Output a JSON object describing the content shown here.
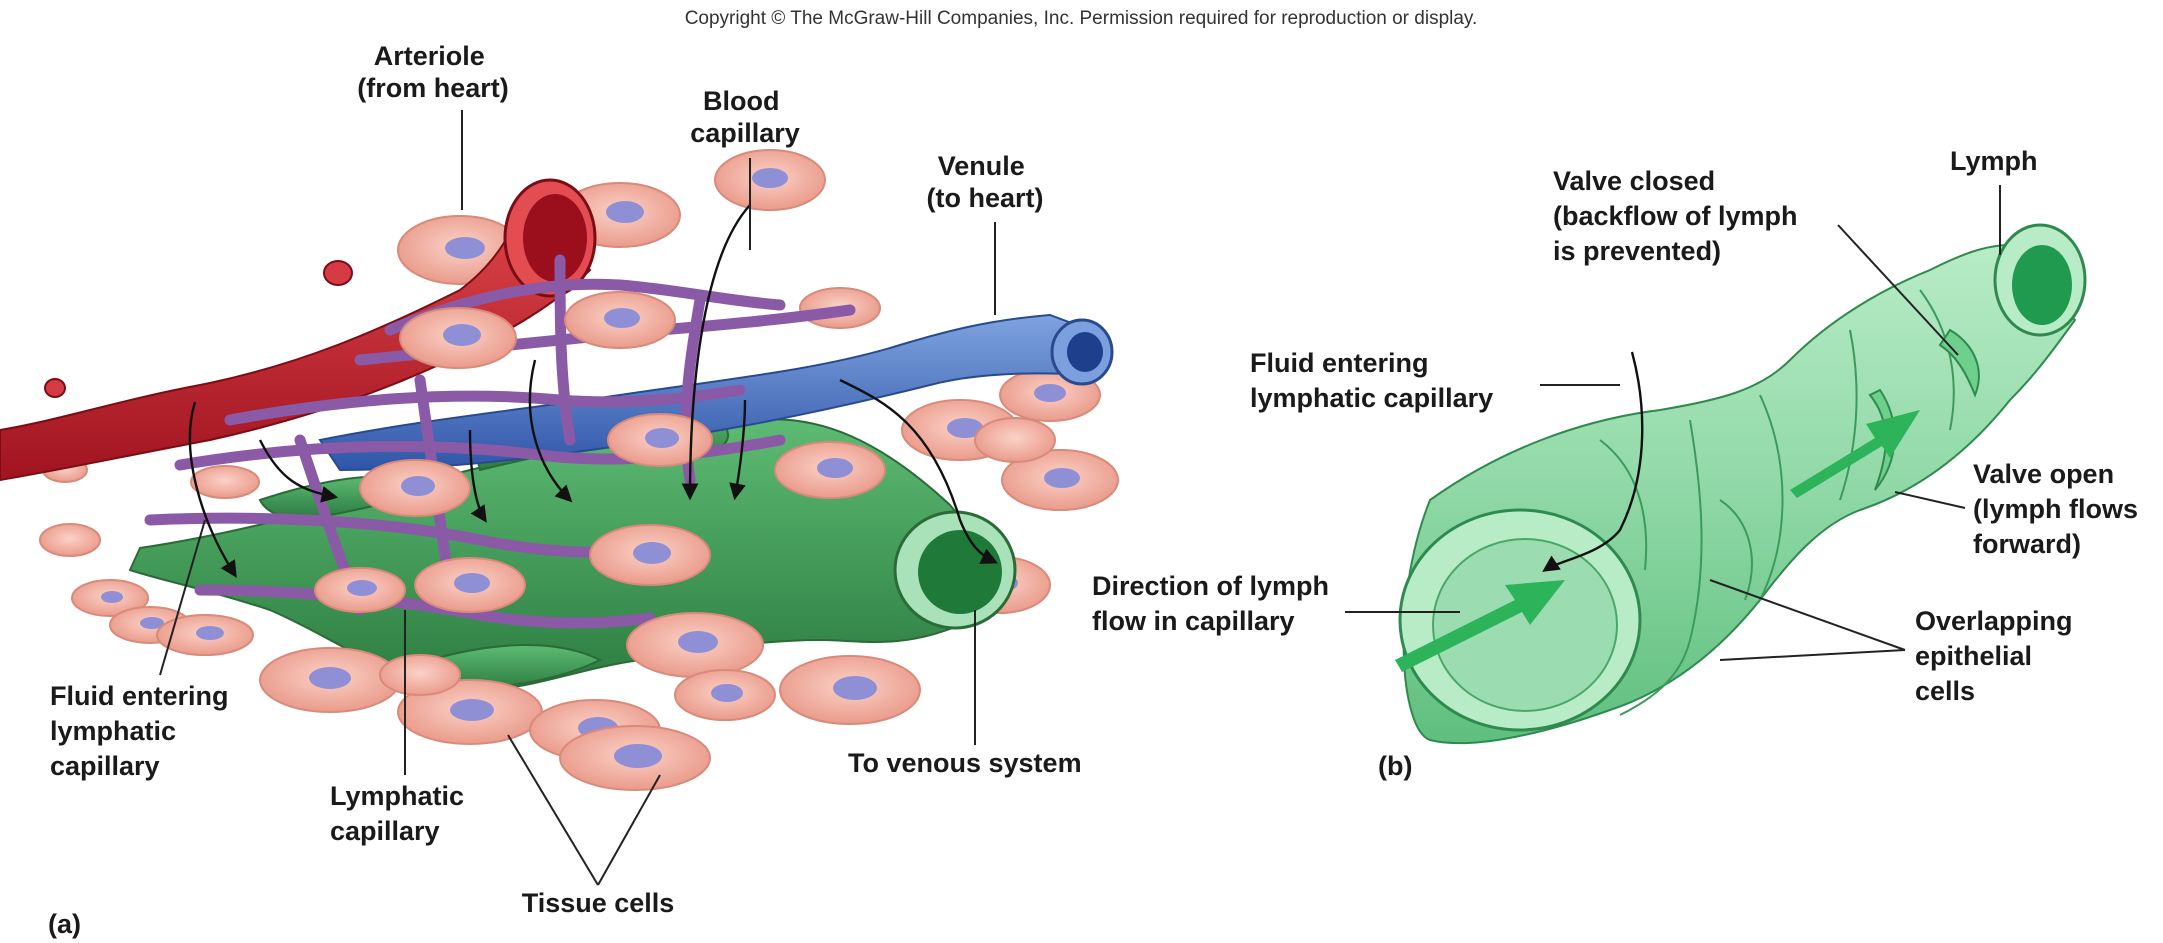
{
  "copyright": "Copyright © The McGraw-Hill Companies, Inc. Permission required for reproduction or display.",
  "panel_a": {
    "letter": "(a)",
    "labels": {
      "arteriole": [
        "Arteriole",
        "(from heart)"
      ],
      "blood_capillary": [
        "Blood",
        "capillary"
      ],
      "venule": [
        "Venule",
        "(to heart)"
      ],
      "fluid_entering": [
        "Fluid entering",
        "lymphatic",
        "capillary"
      ],
      "lymphatic_capillary": [
        "Lymphatic",
        "capillary"
      ],
      "tissue_cells": "Tissue cells",
      "to_venous": "To venous system"
    }
  },
  "panel_b": {
    "letter": "(b)",
    "labels": {
      "valve_closed": [
        "Valve closed",
        "(backflow of lymph",
        "is prevented)"
      ],
      "lymph": "Lymph",
      "fluid_entering": [
        "Fluid entering",
        "lymphatic capillary"
      ],
      "valve_open": [
        "Valve open",
        "(lymph flows",
        "forward)"
      ],
      "direction": [
        "Direction of lymph",
        "flow in capillary"
      ],
      "overlapping": [
        "Overlapping",
        "epithelial",
        "cells"
      ]
    }
  },
  "colors": {
    "arteriole": "#c8202a",
    "venule": "#3f6fbf",
    "capillary": "#8a5aa6",
    "lymphatic": "#3f9a55",
    "tissue_cell": "#f2b0a2",
    "nucleus": "#8f8fd6",
    "lymph_tube": "#8fd8a6"
  }
}
